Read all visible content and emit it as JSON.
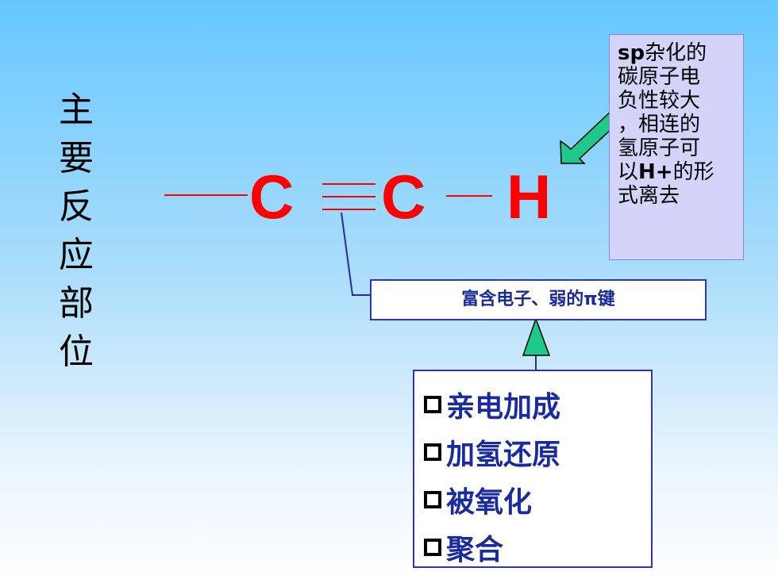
{
  "vertical_title": [
    "主",
    "要",
    "反",
    "应",
    "部",
    "位"
  ],
  "molecule": {
    "atom1": "C",
    "atom2": "C",
    "atom3": "H"
  },
  "note": {
    "lines": [
      "",
      "碳原子电",
      "负性较大",
      "，相连的",
      "氢原子可",
      "",
      "式离去"
    ],
    "line1_bold": "sp",
    "line1_rest": "杂化的",
    "line6_pre": "以",
    "line6_bold": "H+",
    "line6_post": "的形"
  },
  "pi_label": "富含电子、弱的π键",
  "reactions": [
    "亲电加成",
    "加氢还原",
    "被氧化",
    "聚合"
  ],
  "colors": {
    "atom": "#ff0000",
    "arrow_fill": "#1ec98a",
    "box_text": "#1a2aa0",
    "note_bg": "#d4d3fa"
  }
}
